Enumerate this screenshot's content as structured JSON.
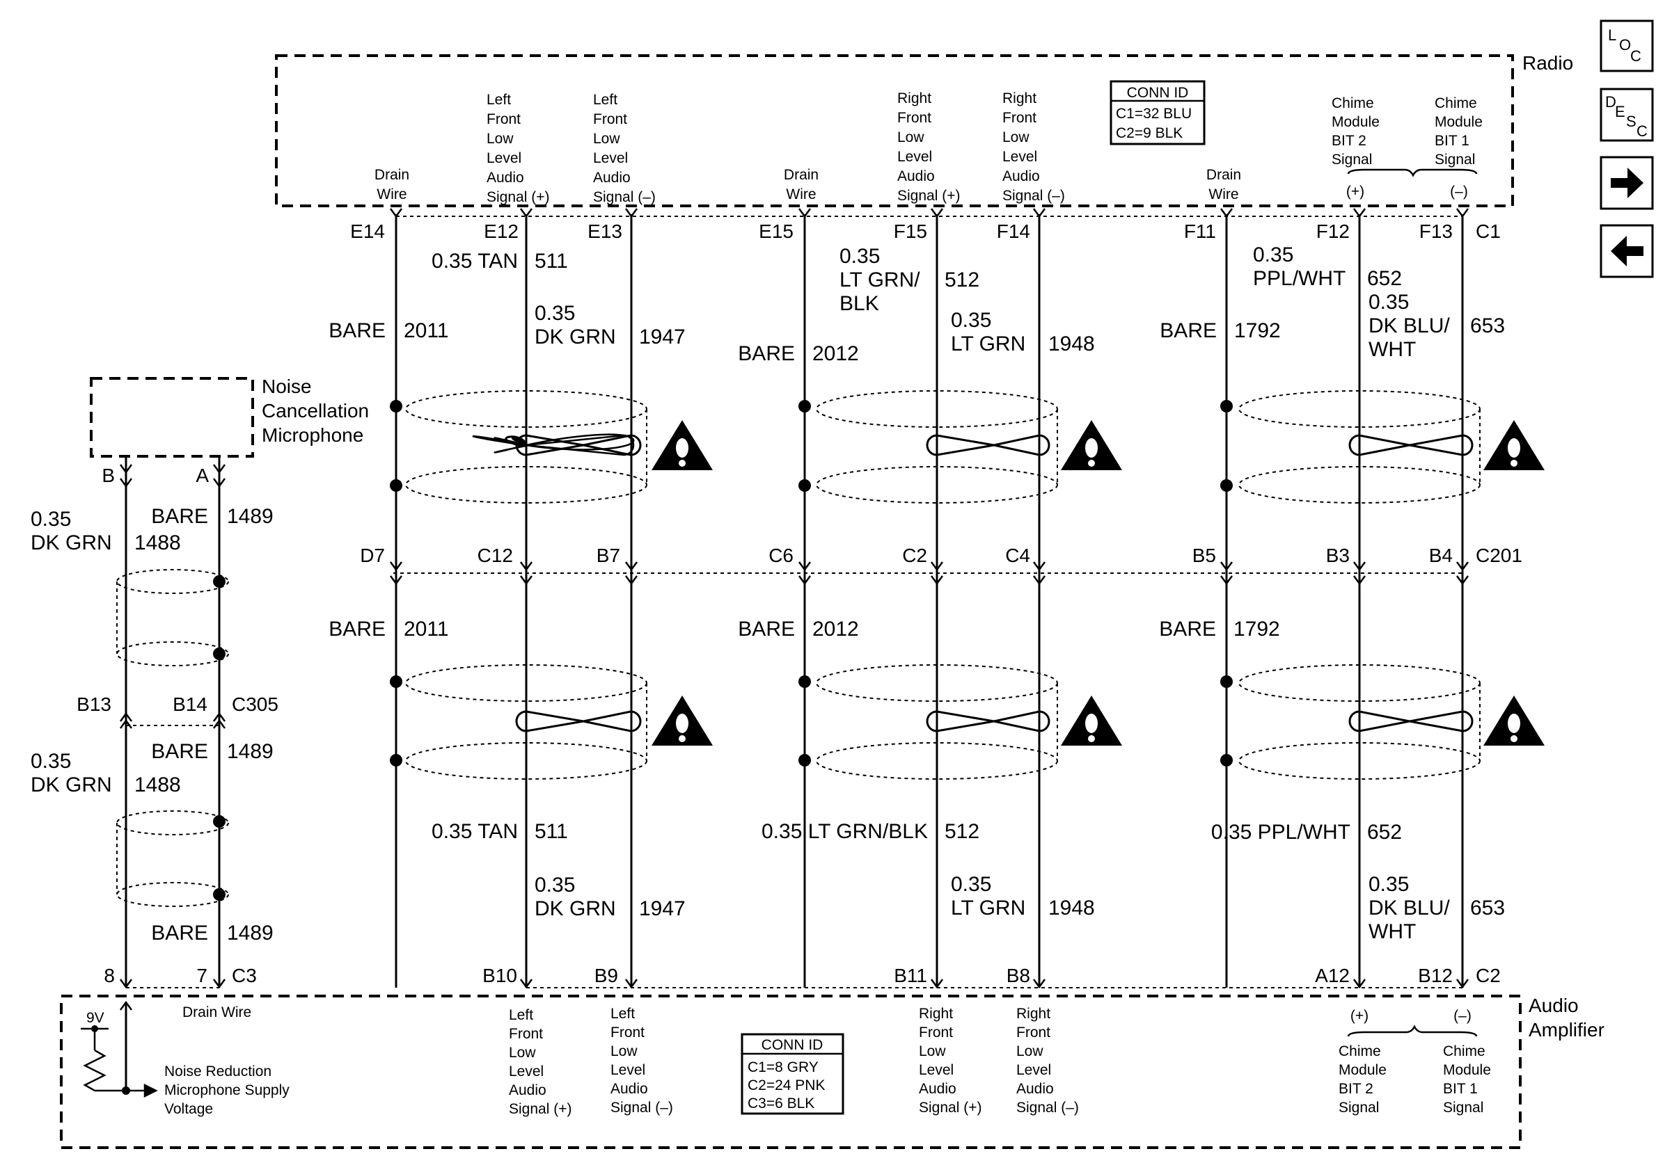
{
  "modules": {
    "radio": {
      "name": "Radio",
      "conn_title": "CONN ID",
      "conn": [
        "C1=32 BLU",
        "C2=9 BLK"
      ]
    },
    "amp": {
      "name": [
        "Audio",
        "Amplifier"
      ],
      "conn_title": "CONN ID",
      "conn": [
        "C1=8 GRY",
        "C2=24 PNK",
        "C3=6 BLK"
      ]
    },
    "mic": {
      "name": [
        "Noise",
        "Cancellation",
        "Microphone"
      ]
    }
  },
  "nav": {
    "loc": [
      "L",
      "O",
      "C"
    ],
    "desc": [
      "D",
      "E",
      "S",
      "C"
    ]
  },
  "radio_labels": {
    "drain": [
      "Drain",
      "Wire"
    ],
    "lf_pos": [
      "Left",
      "Front",
      "Low",
      "Level",
      "Audio",
      "Signal (+)"
    ],
    "lf_neg": [
      "Left",
      "Front",
      "Low",
      "Level",
      "Audio",
      "Signal (–)"
    ],
    "rf_pos": [
      "Right",
      "Front",
      "Low",
      "Level",
      "Audio",
      "Signal (+)"
    ],
    "rf_neg": [
      "Right",
      "Front",
      "Low",
      "Level",
      "Audio",
      "Signal (–)"
    ],
    "ch2": [
      "Chime",
      "Module",
      "BIT 2",
      "Signal"
    ],
    "ch1": [
      "Chime",
      "Module",
      "BIT 1",
      "Signal"
    ],
    "plus": "(+)",
    "minus": "(–)"
  },
  "amp_labels": {
    "drain": "Drain Wire",
    "nr": [
      "Noise Reduction",
      "Microphone Supply",
      "Voltage"
    ],
    "v9": "9V",
    "lf_pos": [
      "Left",
      "Front",
      "Low",
      "Level",
      "Audio",
      "Signal (+)"
    ],
    "lf_neg": [
      "Left",
      "Front",
      "Low",
      "Level",
      "Audio",
      "Signal (–)"
    ],
    "rf_pos": [
      "Right",
      "Front",
      "Low",
      "Level",
      "Audio",
      "Signal (+)"
    ],
    "rf_neg": [
      "Right",
      "Front",
      "Low",
      "Level",
      "Audio",
      "Signal (–)"
    ],
    "ch2": [
      "Chime",
      "Module",
      "BIT 2",
      "Signal"
    ],
    "ch1": [
      "Chime",
      "Module",
      "BIT 1",
      "Signal"
    ],
    "plus": "(+)",
    "minus": "(–)"
  },
  "pins_top": [
    "E14",
    "E12",
    "E13",
    "E15",
    "F15",
    "F14",
    "F11",
    "F12",
    "F13",
    "C1"
  ],
  "pins_mid": [
    "D7",
    "C12",
    "B7",
    "C6",
    "C2",
    "C4",
    "B5",
    "B3",
    "B4",
    "C201"
  ],
  "pins_bottom": [
    "B10",
    "B9",
    "B11",
    "B8",
    "A12",
    "B12",
    "C2"
  ],
  "pins_mic": {
    "b": "B",
    "a": "A",
    "b13": "B13",
    "b14": "B14",
    "c305": "C305",
    "p8": "8",
    "p7": "7",
    "c3": "C3"
  },
  "wires_upper": [
    {
      "color": [
        "BARE"
      ],
      "circuit": "2011"
    },
    {
      "color": [
        "0.35 TAN"
      ],
      "circuit": "511"
    },
    {
      "color": [
        "0.35",
        "DK GRN"
      ],
      "circuit": "1947"
    },
    {
      "color": [
        "BARE"
      ],
      "circuit": "2012"
    },
    {
      "color": [
        "0.35",
        "LT GRN/",
        "BLK"
      ],
      "circuit": "512"
    },
    {
      "color": [
        "0.35",
        "LT GRN"
      ],
      "circuit": "1948"
    },
    {
      "color": [
        "BARE"
      ],
      "circuit": "1792"
    },
    {
      "color": [
        "0.35",
        "PPL/WHT"
      ],
      "circuit": "652"
    },
    {
      "color": [
        "0.35",
        "DK BLU/",
        "WHT"
      ],
      "circuit": "653"
    }
  ],
  "wires_lower": [
    {
      "color": [
        "BARE"
      ],
      "circuit": "2011"
    },
    {
      "color": [
        "0.35 TAN"
      ],
      "circuit": "511"
    },
    {
      "color": [
        "0.35",
        "DK GRN"
      ],
      "circuit": "1947"
    },
    {
      "color": [
        "BARE"
      ],
      "circuit": "2012"
    },
    {
      "color": [
        "0.35 LT GRN/BLK"
      ],
      "circuit": "512"
    },
    {
      "color": [
        "0.35",
        "LT GRN"
      ],
      "circuit": "1948"
    },
    {
      "color": [
        "BARE"
      ],
      "circuit": "1792"
    },
    {
      "color": [
        "0.35 PPL/WHT"
      ],
      "circuit": "652"
    },
    {
      "color": [
        "0.35",
        "DK BLU/",
        "WHT"
      ],
      "circuit": "653"
    }
  ],
  "mic_wires": {
    "a_bare": "BARE",
    "a_circuit": "1489",
    "b_color": [
      "0.35",
      "DK GRN"
    ],
    "b_circuit": "1488"
  }
}
